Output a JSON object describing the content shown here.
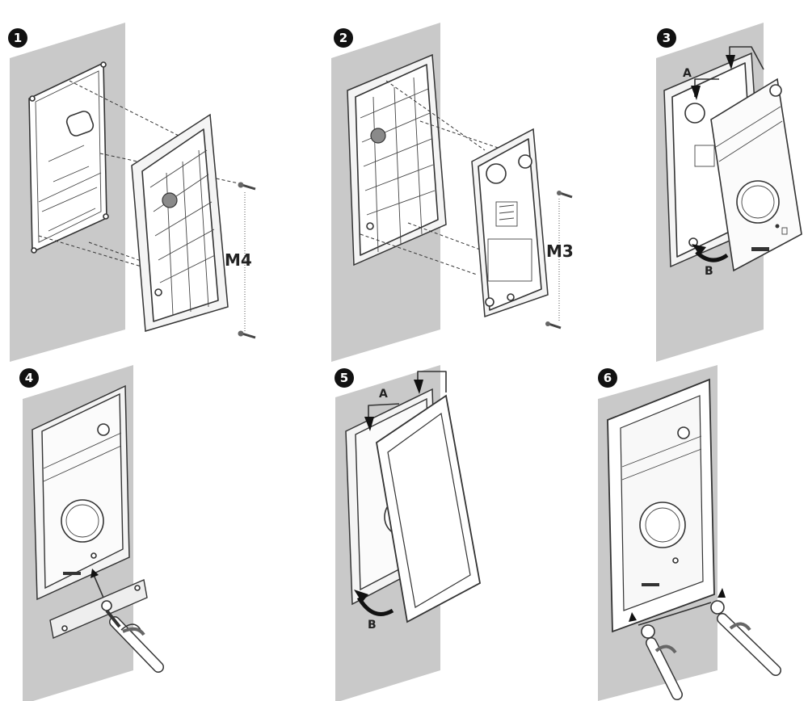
{
  "steps": [
    {
      "number": "1",
      "label": "M4"
    },
    {
      "number": "2",
      "label": "M3"
    },
    {
      "number": "3",
      "label_a": "A",
      "label_b": "B"
    },
    {
      "number": "4"
    },
    {
      "number": "5",
      "label_a": "A",
      "label_b": "B"
    },
    {
      "number": "6"
    }
  ],
  "colors": {
    "wall": "#c9c9c9",
    "badge": "#111111",
    "line": "#333333"
  }
}
